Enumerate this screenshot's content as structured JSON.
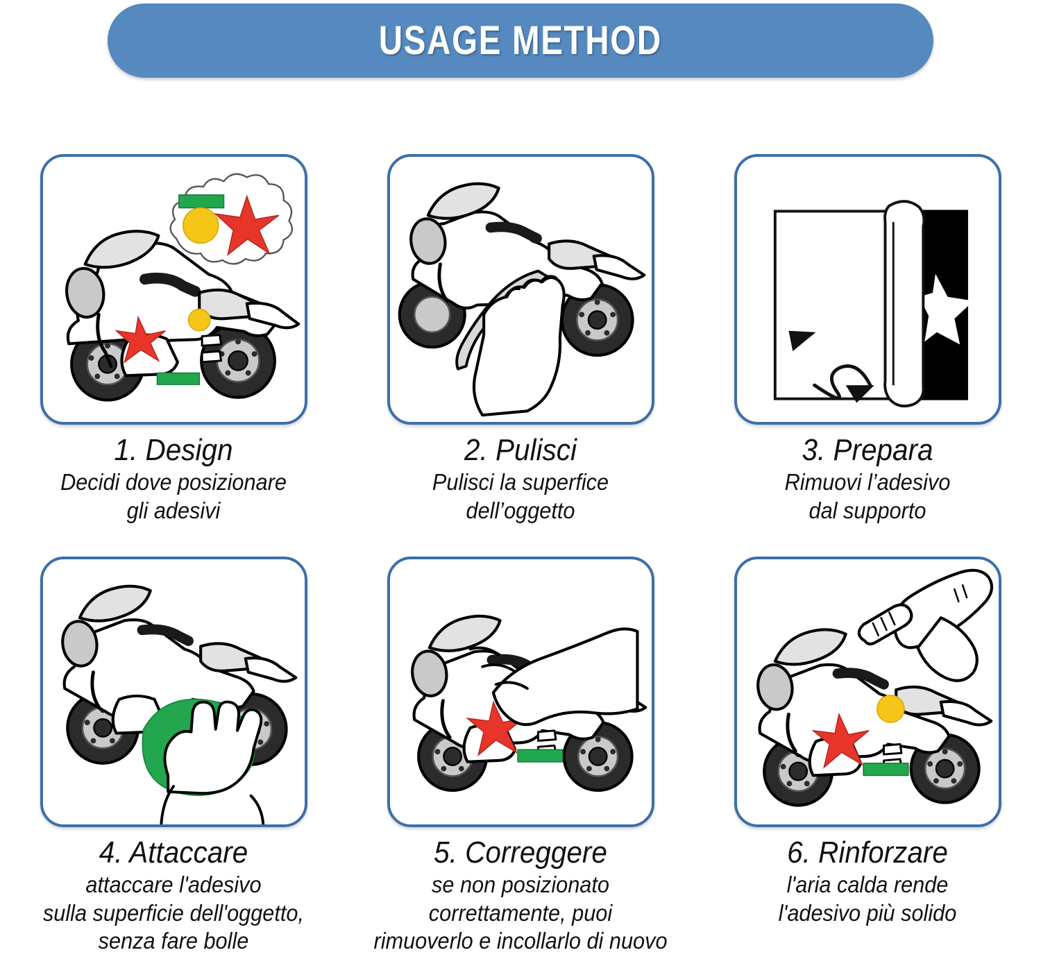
{
  "header": {
    "title": "USAGE METHOD",
    "background_color": "#5589BF",
    "text_color": "#FFFFFF"
  },
  "palette": {
    "panel_border": "#3C6FA8",
    "sticker_red": "#E8352B",
    "sticker_green": "#22A74E",
    "sticker_yellow": "#F5C518",
    "line_art": "#000000",
    "tire": "#2B2B2B",
    "metal_gray": "#C9C9C9"
  },
  "steps": [
    {
      "number": "1",
      "title": "1. Design",
      "desc_lines": [
        "Decidi dove posizionare",
        "gli adesivi"
      ],
      "illustration": "motorcycle-with-thought-bubble"
    },
    {
      "number": "2",
      "title": "2. Pulisci",
      "desc_lines": [
        "Pulisci la superfice",
        "dell’oggetto"
      ],
      "illustration": "hand-wiping-motorcycle-with-cloth"
    },
    {
      "number": "3",
      "title": "3. Prepara",
      "desc_lines": [
        "Rimuovi l’adesivo",
        "dal supporto"
      ],
      "illustration": "peeling-sticker-backing-sheet"
    },
    {
      "number": "4",
      "title": "4. Attaccare",
      "desc_lines": [
        "attaccare l'adesivo",
        "sulla superficie dell'oggetto,",
        "senza fare bolle"
      ],
      "illustration": "hand-pressing-green-sticker-on-motorcycle"
    },
    {
      "number": "5",
      "title": "5. Correggere",
      "desc_lines": [
        "se non posizionato",
        "correttamente, puoi",
        "rimuoverlo e incollarlo di nuovo"
      ],
      "illustration": "hand-repositioning-sticker-on-motorcycle"
    },
    {
      "number": "6",
      "title": "6. Rinforzare",
      "desc_lines": [
        "l'aria calda rende",
        "l'adesivo più solido"
      ],
      "illustration": "hair-dryer-heating-motorcycle-stickers"
    }
  ]
}
